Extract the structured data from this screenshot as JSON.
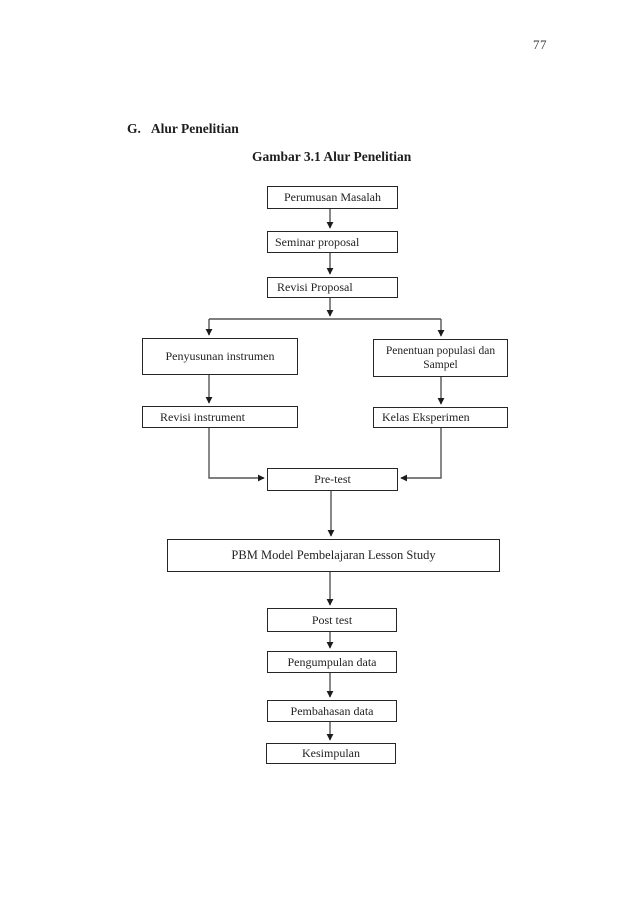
{
  "page": {
    "number": "77"
  },
  "heading": {
    "prefix": "G.",
    "text": "Alur Penelitian"
  },
  "figure": {
    "title": "Gambar 3.1 Alur Penelitian"
  },
  "flowchart": {
    "nodes": {
      "perumusan": {
        "label": "Perumusan Masalah"
      },
      "seminar": {
        "label": "Seminar proposal"
      },
      "revisi_proposal": {
        "label": "Revisi Proposal"
      },
      "penyusunan": {
        "label": "Penyusunan instrumen"
      },
      "penentuan": {
        "label": "Penentuan populasi dan Sampel"
      },
      "revisi_instrument": {
        "label": "Revisi instrument"
      },
      "kelas": {
        "label": "Kelas Eksperimen"
      },
      "pretest": {
        "label": "Pre-test"
      },
      "pbm": {
        "label": "PBM Model Pembelajaran Lesson Study"
      },
      "posttest": {
        "label": "Post test"
      },
      "pengumpulan": {
        "label": "Pengumpulan data"
      },
      "pembahasan": {
        "label": "Pembahasan data"
      },
      "kesimpulan": {
        "label": "Kesimpulan"
      }
    },
    "colors": {
      "ink": "#1e1e1e",
      "line": "#555555",
      "arrowhead": "#1c1c1c",
      "box_border": "#262626",
      "background": "#ffffff"
    }
  }
}
